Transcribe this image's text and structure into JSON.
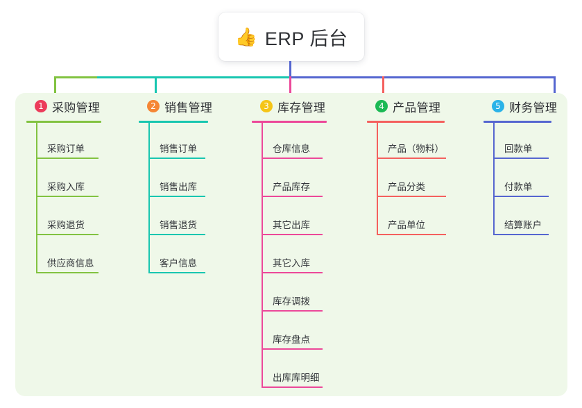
{
  "title": {
    "emoji": "👍",
    "emoji_name": "thumbs-up-icon",
    "text": "ERP 后台"
  },
  "palette": {
    "panel_bg": "#eff8e9",
    "green": "#82c341",
    "teal": "#18c6b0",
    "pink": "#ec4899",
    "red": "#f4605e",
    "blue": "#5566d0",
    "badge_red": "#ec3c5a",
    "badge_orange": "#f58634",
    "badge_yellow": "#f5c518",
    "badge_green": "#1bb954",
    "badge_cyan": "#2bb3e8"
  },
  "columns": [
    {
      "number": "1",
      "title": "采购管理",
      "badge_color": "#ec3c5a",
      "line_color": "#82c341",
      "items": [
        "采购订单",
        "采购入库",
        "采购退货",
        "供应商信息"
      ]
    },
    {
      "number": "2",
      "title": "销售管理",
      "badge_color": "#f58634",
      "line_color": "#18c6b0",
      "items": [
        "销售订单",
        "销售出库",
        "销售退货",
        "客户信息"
      ]
    },
    {
      "number": "3",
      "title": "库存管理",
      "badge_color": "#f5c518",
      "line_color": "#ec4899",
      "items": [
        "仓库信息",
        "产品库存",
        "其它出库",
        "其它入库",
        "库存调拨",
        "库存盘点",
        "出库库明细"
      ]
    },
    {
      "number": "4",
      "title": "产品管理",
      "badge_color": "#1bb954",
      "line_color": "#f4605e",
      "items": [
        "产品（物料）",
        "产品分类",
        "产品单位"
      ]
    },
    {
      "number": "5",
      "title": "财务管理",
      "badge_color": "#2bb3e8",
      "line_color": "#5566d0",
      "items": [
        "回款单",
        "付款单",
        "结算账户"
      ]
    }
  ]
}
